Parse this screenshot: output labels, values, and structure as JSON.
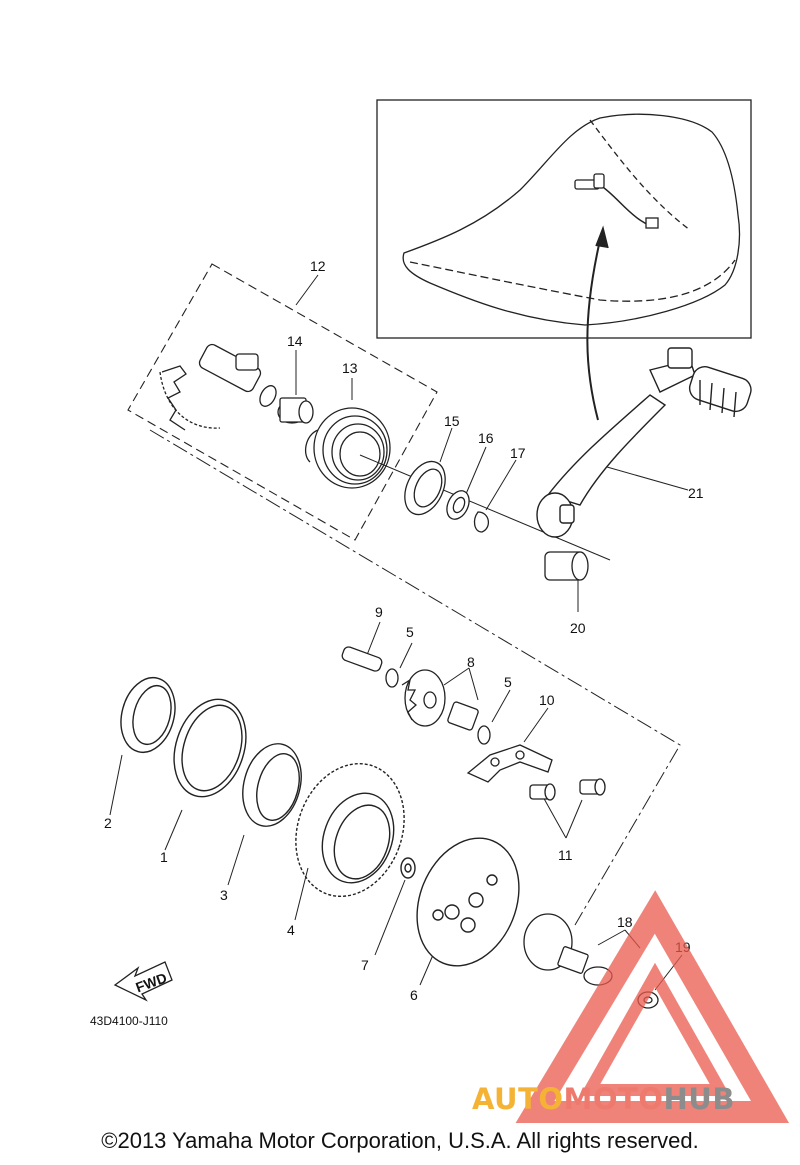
{
  "diagram": {
    "part_numbers": [
      "1",
      "2",
      "3",
      "4",
      "5",
      "5",
      "6",
      "7",
      "8",
      "9",
      "10",
      "11",
      "12",
      "13",
      "14",
      "15",
      "16",
      "17",
      "18",
      "19",
      "20",
      "21"
    ],
    "fwd_label": "FWD",
    "diagram_code": "43D4100-J110"
  },
  "watermark": {
    "part1": "AUTO",
    "part2": "MOTO",
    "part3": "HUB",
    "colors": {
      "auto": "#f5b335",
      "moto": "#ee7a6d",
      "hub": "#8c8c8c",
      "triangle": "#ea5a4d"
    }
  },
  "footer": {
    "copyright": "©2013 Yamaha Motor Corporation, U.S.A. All rights reserved."
  }
}
